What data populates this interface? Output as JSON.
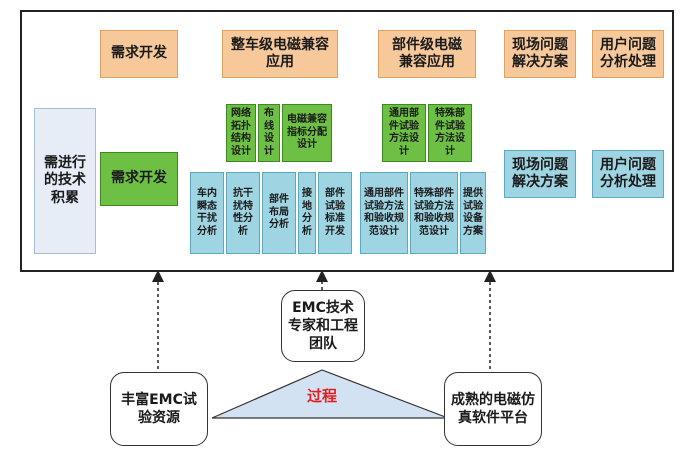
{
  "top_boxes": {
    "req_dev": "需求开发",
    "vehicle_emc": "整车级电磁兼容应用",
    "component_emc": "部件级电磁兼容应用",
    "field_solution": "现场问题解决方案",
    "user_analysis": "用户问题分析处理"
  },
  "left_box": "需进行的技术积累",
  "green_small": {
    "network": "网络拓扑结构设计",
    "wiring": "布线设计",
    "emc_index": "电磁兼容指标分配设计",
    "general_test": "通用部件试验方法设计",
    "special_test": "特殊部件试验方法设计"
  },
  "green_big": "需求开发",
  "vehicle_blue": {
    "transient": "车内瞬态干扰分析",
    "immunity": "抗干扰特性分析",
    "layout": "部件布局分析",
    "grounding": "接地分析",
    "standard": "部件试验标准开发"
  },
  "component_blue": {
    "general": "通用部件试验方法和验收规范设计",
    "special": "特殊部件试验方法和验收规范设计",
    "equipment": "提供试验设备方案"
  },
  "right_blue": {
    "field_solution": "现场问题解决方案",
    "user_analysis": "用户问题分析处理"
  },
  "bottom": {
    "expert_team": "EMC技术专家和工程团队",
    "test_resources": "丰富EMC试验资源",
    "sim_platform": "成熟的电磁仿真软件平台",
    "process": "过程"
  },
  "colors": {
    "orange": "#f6c89a",
    "blue": "#9fd4e2",
    "green": "#6ec044",
    "pale": "#e6edf7",
    "triangle": "#d3e2f2",
    "process_text": "#e02020"
  }
}
